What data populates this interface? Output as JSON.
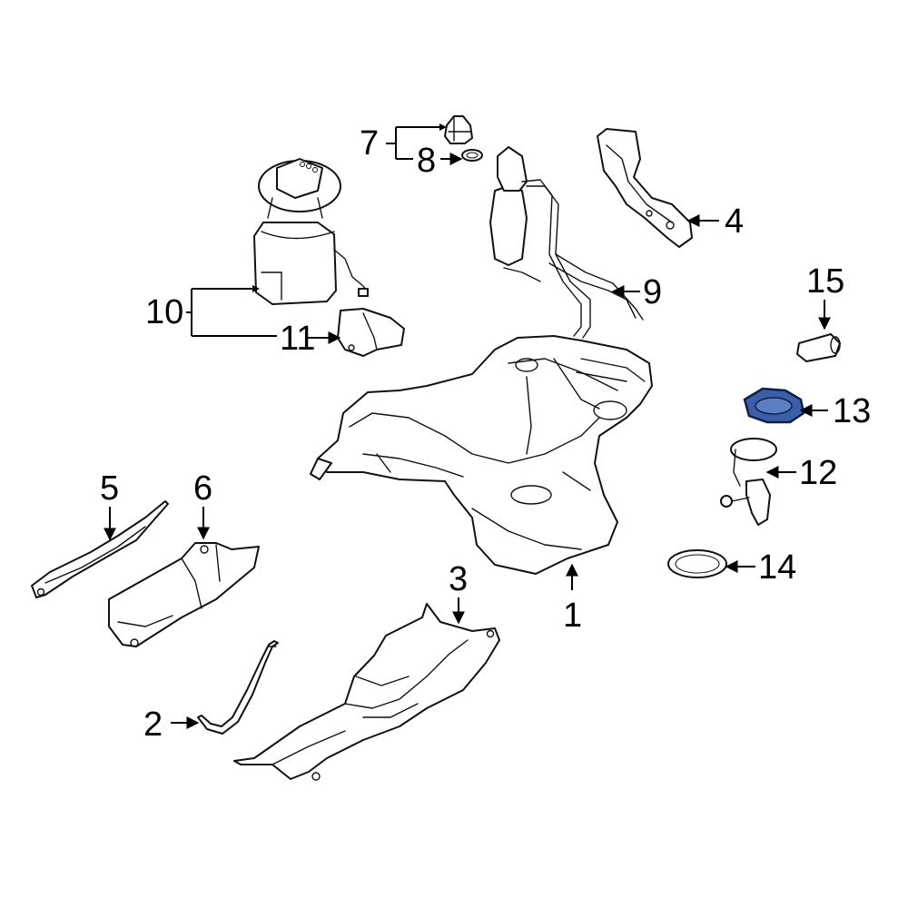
{
  "callouts": {
    "c1": "1",
    "c2": "2",
    "c3": "3",
    "c4": "4",
    "c5": "5",
    "c6": "6",
    "c7": "7",
    "c8": "8",
    "c9": "9",
    "c10": "10",
    "c11": "11",
    "c12": "12",
    "c13": "13",
    "c14": "14",
    "c15": "15"
  },
  "colors": {
    "highlight": "#3b5ea8",
    "line": "#111111",
    "background": "#ffffff"
  },
  "highlighted_part": "13"
}
